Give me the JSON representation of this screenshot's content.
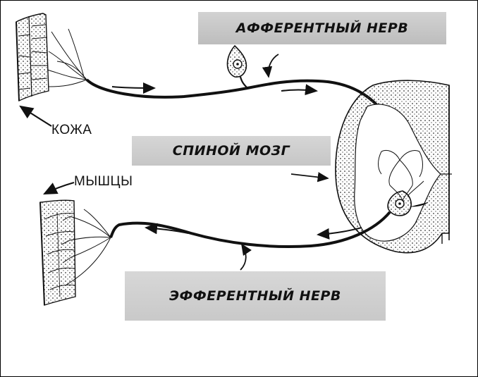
{
  "labels": {
    "afferent_nerve": "АФФЕРЕНТНЫЙ НЕРВ",
    "spinal_cord": "СПИНОЙ МОЗГ",
    "efferent_nerve": "ЭФФЕРЕНТНЫЙ НЕРВ",
    "skin": "КОЖА",
    "muscles": "МЫШЦЫ"
  },
  "colors": {
    "ink": "#111111",
    "label_box": "#c8c8c8",
    "background": "#ffffff"
  }
}
